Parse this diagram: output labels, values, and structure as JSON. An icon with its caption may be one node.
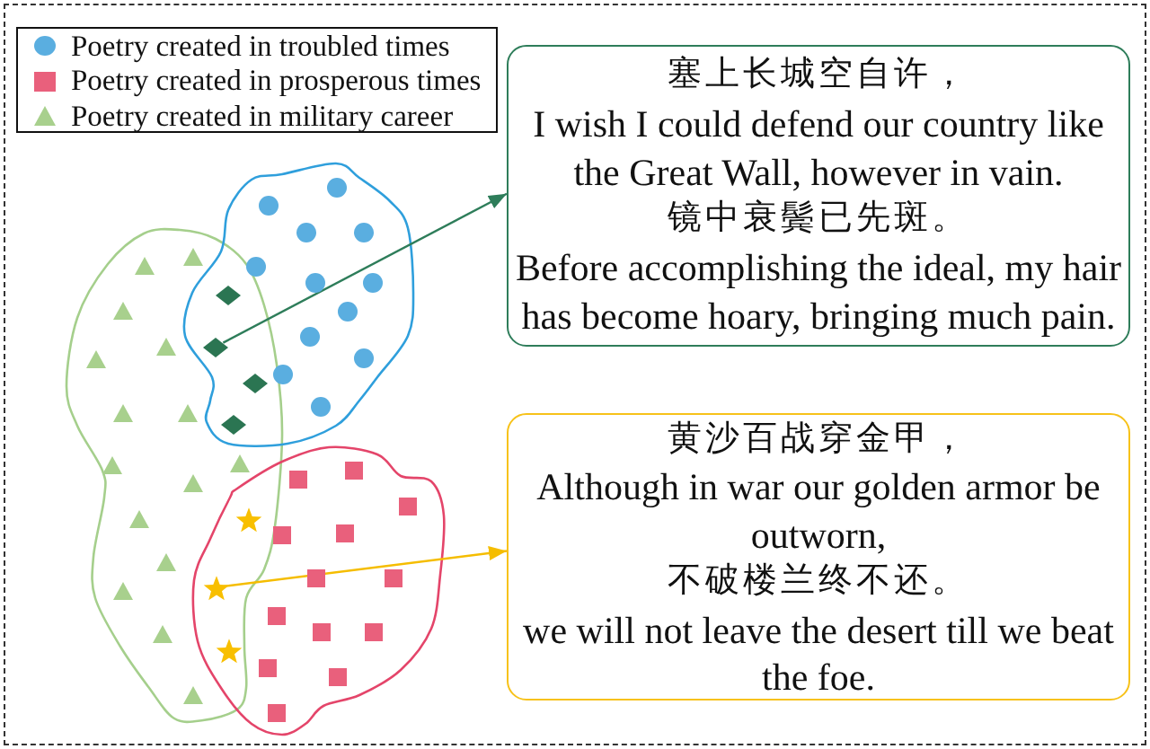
{
  "diagram": {
    "nodes": [
      {
        "text": [
          "塞上长城空自许，",
          "I wish I could defend our country like the Great Wall, however in vain.",
          "镜中衰鬓已先斑。",
          "Before accomplishing the ideal, my hair has become hoary, bringing much pain."
        ]
      },
      {
        "text": [],
        "shape": "diamond"
      },
      {
        "text": [],
        "shape": "diamond"
      },
      {
        "text": [],
        "shape": "diamond"
      },
      {
        "text": [],
        "shape": "diamond"
      },
      {
        "text": [
          "黄沙百战穿金甲，",
          "Although in war our golden armor be outworn,",
          "不破楼兰终不还。",
          "we will not leave the desert till we beat the foe."
        ]
      },
      {
        "text": [],
        "shape": "star"
      },
      {
        "text": [],
        "shape": "star"
      },
      {
        "text": [],
        "shape": "star"
      },
      {
        "text": [],
        "shape": "circle"
      },
      {
        "text": [],
        "shape": "circle"
      },
      {
        "text": [],
        "shape": "circle"
      },
      {
        "text": [],
        "shape": "circle"
      },
      {
        "text": [],
        "shape": "circle"
      },
      {
        "text": [],
        "shape": "circle"
      },
      {
        "text": [],
        "shape": "circle"
      },
      {
        "text": [],
        "shape": "circle"
      },
      {
        "text": [],
        "shape": "circle"
      },
      {
        "text": [],
        "shape": "circle"
      },
      {
        "text": [],
        "shape": "circle"
      },
      {
        "text": [],
        "shape": "circle"
      },
      {
        "text": [],
        "shape": "square"
      },
      {
        "text": [],
        "shape": "square"
      },
      {
        "text": [],
        "shape": "square"
      },
      {
        "text": [],
        "shape": "square"
      },
      {
        "text": [],
        "shape": "square"
      },
      {
        "text": [],
        "shape": "square"
      },
      {
        "text": [],
        "shape": "square"
      },
      {
        "text": [],
        "shape": "square"
      },
      {
        "text": [],
        "shape": "square"
      },
      {
        "text": [],
        "shape": "square"
      },
      {
        "text": [],
        "shape": "square"
      },
      {
        "text": [],
        "shape": "square"
      },
      {
        "text": [],
        "shape": "square"
      },
      {
        "text": [],
        "shape": "triangle"
      },
      {
        "text": [],
        "shape": "triangle"
      },
      {
        "text": [],
        "shape": "triangle"
      },
      {
        "text": [],
        "shape": "triangle"
      },
      {
        "text": [],
        "shape": "triangle"
      },
      {
        "text": [],
        "shape": "triangle"
      },
      {
        "text": [],
        "shape": "triangle"
      },
      {
        "text": [],
        "shape": "triangle"
      },
      {
        "text": [],
        "shape": "triangle"
      },
      {
        "text": [],
        "shape": "triangle"
      },
      {
        "text": [],
        "shape": "triangle"
      },
      {
        "text": [],
        "shape": "triangle"
      },
      {
        "text": [],
        "shape": "triangle"
      },
      {
        "text": [],
        "shape": "triangle"
      },
      {
        "text": [],
        "shape": "triangle"
      }
    ],
    "edges": [
      {
        "from": 2,
        "to": 0,
        "arrow": "to",
        "color": "#2e7d5a"
      },
      {
        "from": 7,
        "to": 5,
        "arrow": "to",
        "color": "#f5bd00"
      }
    ],
    "legend": [
      {
        "text": "Poetry created in troubled times"
      },
      {
        "text": "Poetry created in prosperous times"
      },
      {
        "text": "Poetry created in military career"
      }
    ]
  }
}
